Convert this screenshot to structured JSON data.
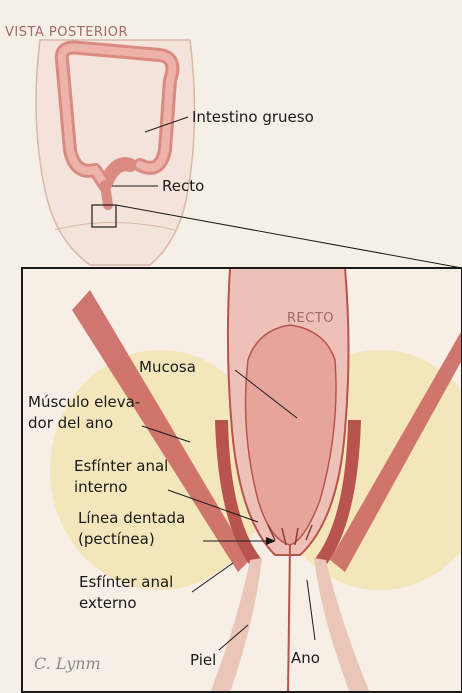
{
  "top_view": {
    "title": "VISTA POSTERIOR",
    "labels": {
      "large_intestine": "Intestino grueso",
      "rectum": "Recto"
    }
  },
  "detail_view": {
    "region_title": "RECTO",
    "labels": {
      "mucosa": "Mucosa",
      "levator_line1": "Músculo eleva-",
      "levator_line2": "dor del ano",
      "internal_sphincter_line1": "Esfínter anal",
      "internal_sphincter_line2": "interno",
      "dentate_line1": "Línea dentada",
      "dentate_line2": "(pectínea)",
      "external_sphincter_line1": "Esfínter anal",
      "external_sphincter_line2": "externo",
      "skin": "Piel",
      "anus": "Ano"
    }
  },
  "signature": "C. Lynm",
  "colors": {
    "background": "#f6efe8",
    "tissue": "#e3a49b",
    "tissue_dark": "#b8544d",
    "fat": "#f0e2a6",
    "frame": "#1a1a1a",
    "caps_text": "#a06a66"
  }
}
